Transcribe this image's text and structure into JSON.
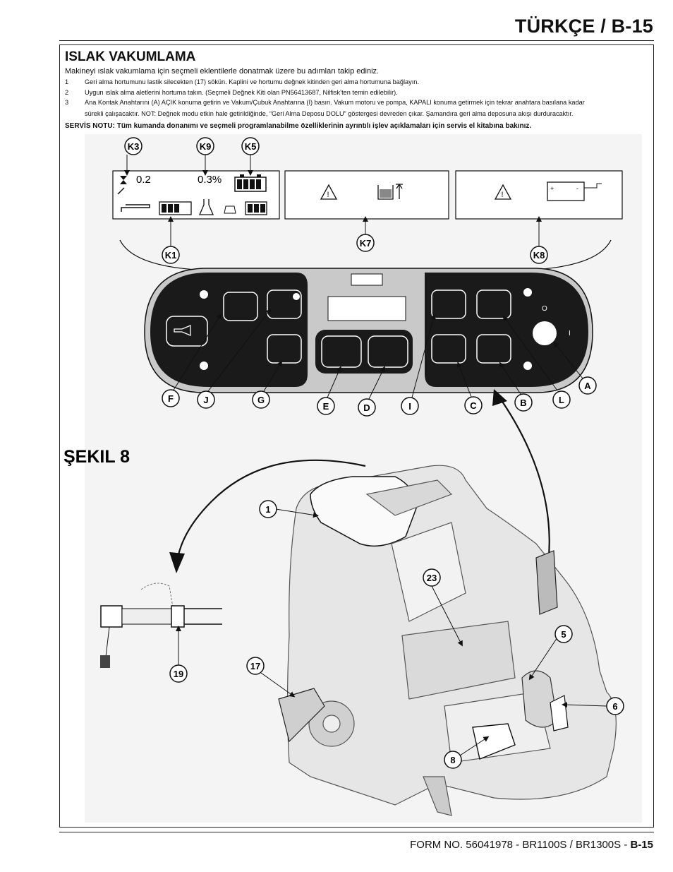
{
  "header": {
    "title": "TÜRKÇE / B-15"
  },
  "section": {
    "title": "ISLAK VAKUMLAMA",
    "intro": "Makineyi ıslak vakumlama için seçmeli eklentilerle donatmak üzere bu adımları takip ediniz.",
    "steps": [
      {
        "num": "1",
        "text": "Geri alma hortumunu lastik silecekten (17) sökün.  Kaplini ve hortumu değnek kitinden geri alma hortumuna bağlayın."
      },
      {
        "num": "2",
        "text": "Uygun ıslak alma aletlerini hortuma takın.  (Seçmeli Değnek Kiti olan PN56413687, Nilfisk’ten temin edilebilir)."
      },
      {
        "num": "3",
        "text": "Ana Kontak Anahtarını (A) AÇIK konuma getirin ve Vakum/Çubuk Anahtarına (I) basın.  Vakum motoru ve pompa, KAPALI konuma getirmek için tekrar anahtara basılana kadar"
      }
    ],
    "step3_cont": "sürekli çalışacaktır.  NOT:  Değnek modu etkin hale getirildiğinde, “Geri Alma Deposu DOLU” göstergesi devreden çıkar. Şamandıra geri alma deposuna akışı durduracaktır.",
    "service_note": "SERVİS NOTU: Tüm kumanda donanımı ve seçmeli programlanabilme özelliklerinin ayrıntılı işlev açıklamaları için servis el kitabına bakınız."
  },
  "panel": {
    "display_left": {
      "value1": "0.2",
      "value2": "0.3%"
    },
    "callouts_top": [
      "K3",
      "K9",
      "K5"
    ],
    "callouts_mid": [
      "K1",
      "K7",
      "K8"
    ],
    "callouts_bottom": [
      "F",
      "J",
      "G",
      "E",
      "D",
      "I",
      "C",
      "B",
      "L",
      "A"
    ],
    "switch_marks": {
      "off": "O",
      "on": "I"
    }
  },
  "figure": {
    "label": "ŞEKIL 8",
    "callouts": [
      "1",
      "23",
      "5",
      "6",
      "17",
      "19",
      "8"
    ]
  },
  "footer": {
    "text": "FORM NO. 56041978 - BR1100S / BR1300S - ",
    "page": "B-15"
  }
}
